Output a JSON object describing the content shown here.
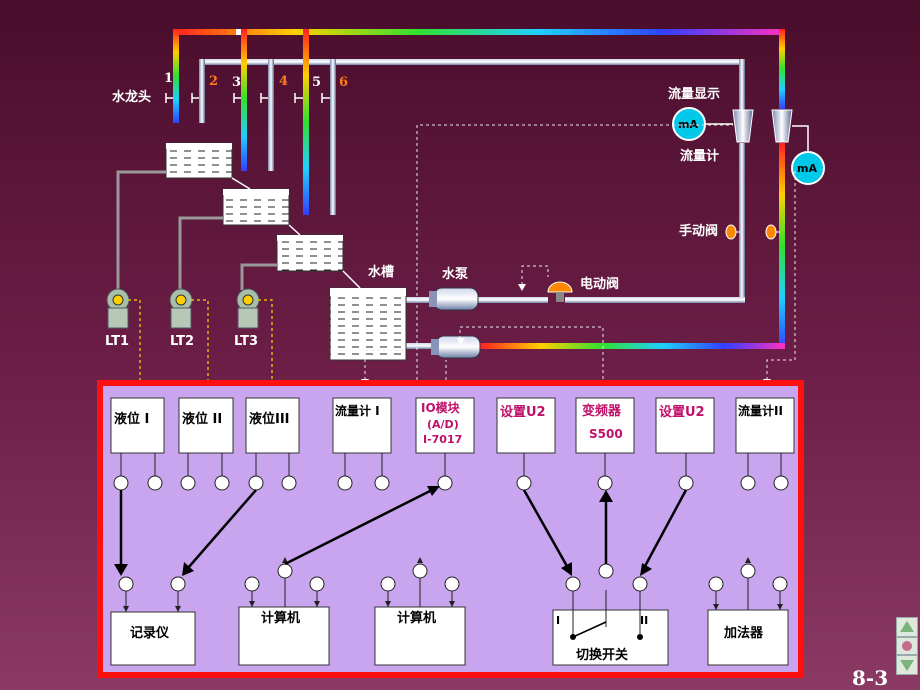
{
  "slide_number": "8-3",
  "labels": {
    "faucet": "水龙头",
    "flow_display": "流量显示",
    "flow_meter": "流量计",
    "manual_valve": "手动阀",
    "tank": "水槽",
    "pump": "水泵",
    "electric_valve": "电动阀",
    "ma": "mA",
    "lt1": "LT1",
    "lt2": "LT2",
    "lt3": "LT3"
  },
  "faucet_numbers": [
    "1",
    "2",
    "3",
    "4",
    "5",
    "6"
  ],
  "modules": [
    {
      "id": "level1",
      "line1": "液位 I",
      "line2": "",
      "line3": ""
    },
    {
      "id": "level2",
      "line1": "液位 II",
      "line2": "",
      "line3": ""
    },
    {
      "id": "level3",
      "line1": "液位III",
      "line2": "",
      "line3": ""
    },
    {
      "id": "flow1",
      "line1": "流量计 I",
      "line2": "",
      "line3": ""
    },
    {
      "id": "io",
      "line1": "IO模块",
      "line2": "(A/D)",
      "line3": "I-7017"
    },
    {
      "id": "setu2a",
      "line1": "设置U2",
      "line2": "",
      "line3": ""
    },
    {
      "id": "inverter",
      "line1": "变频器",
      "line2": "S500",
      "line3": ""
    },
    {
      "id": "setu2b",
      "line1": "设置U2",
      "line2": "",
      "line3": ""
    },
    {
      "id": "flow2",
      "line1": "流量计II",
      "line2": "",
      "line3": ""
    }
  ],
  "bottom_boxes": {
    "recorder": "记录仪",
    "computer1": "计算机",
    "computer2": "计算机",
    "switch": "切换开关",
    "switch_left": "I",
    "switch_right": "II",
    "adder": "加法器"
  },
  "colors": {
    "panel_border": "#ff1010",
    "panel_fill": "#c9a5ef",
    "background": "#6d1f47",
    "accent_number": "#ff7a1a"
  }
}
